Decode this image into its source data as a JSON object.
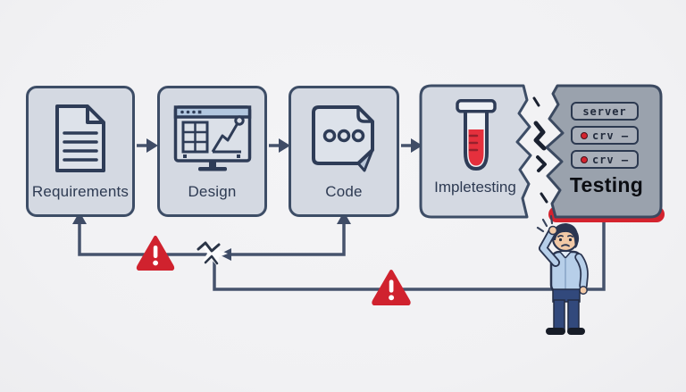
{
  "diagram": {
    "stages": [
      {
        "label": "Requirements",
        "icon": "document-icon"
      },
      {
        "label": "Design",
        "icon": "monitor-chart-icon"
      },
      {
        "label": "Code",
        "icon": "code-file-icon"
      },
      {
        "label": "Impletesting",
        "icon": "test-tube-icon"
      },
      {
        "label": "Testing",
        "icon": "server-stack-icon",
        "server_rows": [
          {
            "text": "server",
            "led": false
          },
          {
            "text": "crv —",
            "led": true
          },
          {
            "text": "crv —",
            "led": true
          }
        ]
      }
    ],
    "feedback": {
      "warning_triangles": 2,
      "break_cracks": 2,
      "illustration": "confused-person-scratching-head"
    }
  },
  "colors": {
    "background": "#f2f2f4",
    "stage_fill": "#d4d9e2",
    "stage_border": "#3d4d66",
    "testing_fill": "#9aa2ad",
    "testing_accent": "#d4232e",
    "label_text": "#2d3a52",
    "flow_line": "#46536c",
    "alert_red": "#d0222e",
    "liquid_red": "#e5303d"
  }
}
